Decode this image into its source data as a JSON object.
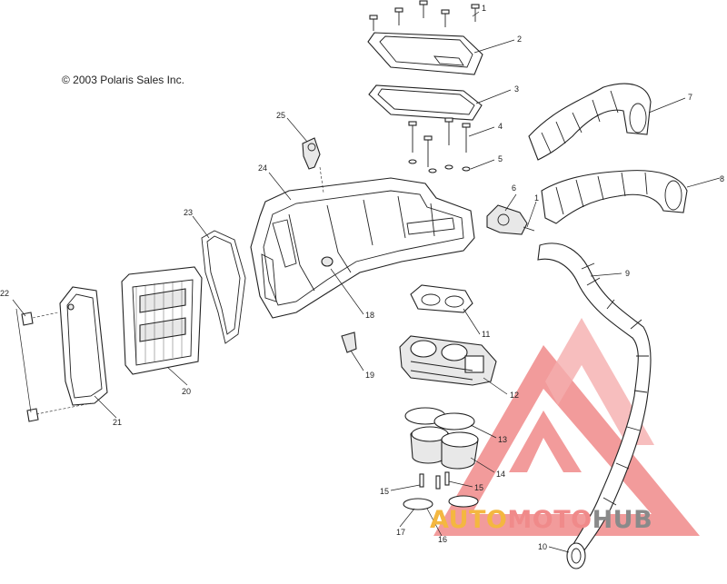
{
  "copyright": "© 2003 Polaris Sales Inc.",
  "callouts": {
    "c1": "1",
    "c2": "2",
    "c3": "3",
    "c4": "4",
    "c5": "5",
    "c6": "6",
    "c7": "7",
    "c8": "8",
    "c9": "9",
    "c10": "10",
    "c11": "11",
    "c12": "12",
    "c13": "13",
    "c14": "14",
    "c15a": "15",
    "c15b": "15",
    "c16": "16",
    "c17": "17",
    "c18": "18",
    "c19": "19",
    "c20": "20",
    "c21": "21",
    "c22": "22",
    "c23": "23",
    "c24": "24",
    "c25": "25"
  },
  "watermark": {
    "part1": "AUTO",
    "part2": "MOTO",
    "part3": "HUB",
    "colors": {
      "auto": "#f4b740",
      "moto": "#f08a8a",
      "hub": "#8a8a8a",
      "triangle": "#f08a8a"
    }
  }
}
